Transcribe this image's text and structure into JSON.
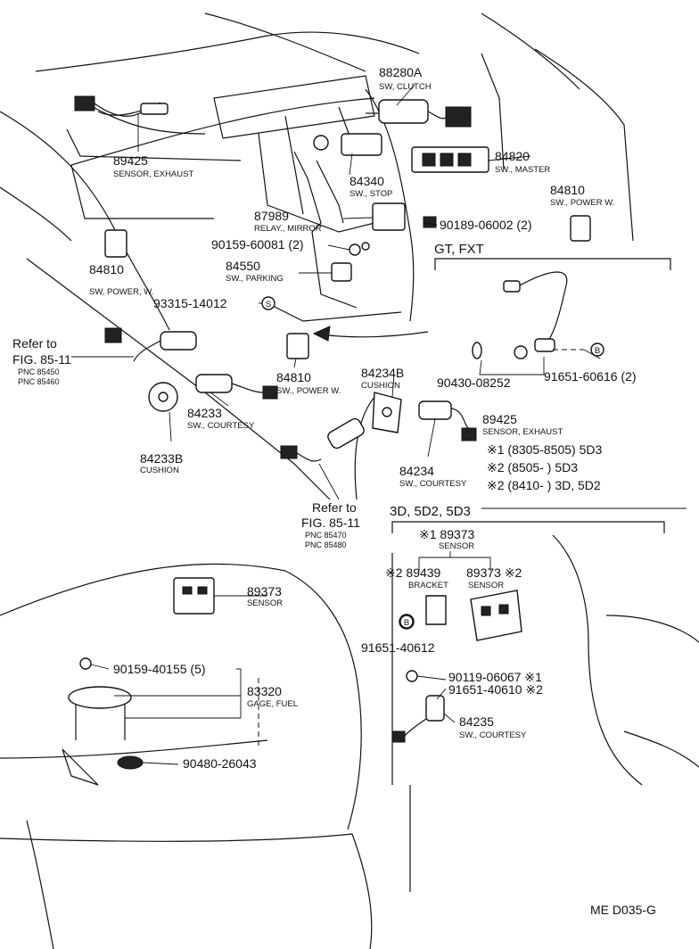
{
  "labels": {
    "p88280a": "88280A",
    "d88280a": "SW, CLUTCH",
    "p84820": "84820",
    "d84820": "SW., MASTER",
    "p84810a": "84810",
    "d84810a": "SW., POWER W.",
    "p84340": "84340",
    "d84340": "SW., STOP",
    "p89425a": "89425",
    "d89425a": "SENSOR, EXHAUST",
    "p87989": "87989",
    "d87989": "RELAY., MIRROR",
    "p90189": "90189-06002 (2)",
    "p90159a": "90159-60081 (2)",
    "p84550": "84550",
    "d84550": "SW., PARKING",
    "p84810b": "84810",
    "d84810b": "SW, POWER, W.",
    "p93315": "93315-14012",
    "mark_s": "S",
    "gt_fxt": "GT, FXT",
    "refer1_a": "Refer to",
    "refer1_b": "FIG. 85-11",
    "pnc1": "PNC 85450",
    "pnc2": "PNC 85460",
    "p84810c": "84810",
    "d84810c": "SW., POWER W.",
    "p84234b": "84234B",
    "d84234b": "CUSHION",
    "p90430": "90430-08252",
    "mark_b": "B",
    "p91651a": "91651-60616 (2)",
    "p89425b": "89425",
    "d89425b": "SENSOR, EXHAUST",
    "v1": "※1 (8305-8505) 5D3",
    "v2": "※2 (8505-      ) 5D3",
    "v3": "※2 (8410-      ) 3D, 5D2",
    "p84233": "84233",
    "d84233": "SW., COURTESY",
    "p84233b": "84233B",
    "d84233b": "CUSHION",
    "p84234": "84234",
    "d84234": "SW., COURTESY",
    "refer2_a": "Refer to",
    "refer2_b": "FIG. 85-11",
    "pnc3": "PNC 85470",
    "pnc4": "PNC 85480",
    "body_3d": "3D, 5D2, 5D3",
    "p89373a": "※1 89373",
    "d89373a": "SENSOR",
    "p89439": "※2 89439",
    "d89439": "BRACKET",
    "p89373b": "89373 ※2",
    "d89373b": "SENSOR",
    "p91651b": "91651-40612",
    "p90119": "90119-06067 ※1",
    "p91651c": "91651-40610 ※2",
    "p84235": "84235",
    "d84235": "SW., COURTESY",
    "p89373c": "89373",
    "d89373c": "SENSOR",
    "p90159b": "90159-40155 (5)",
    "p83320": "83320",
    "d83320": "GAGE, FUEL",
    "p90480": "90480-26043",
    "code": "ME D035-G"
  }
}
